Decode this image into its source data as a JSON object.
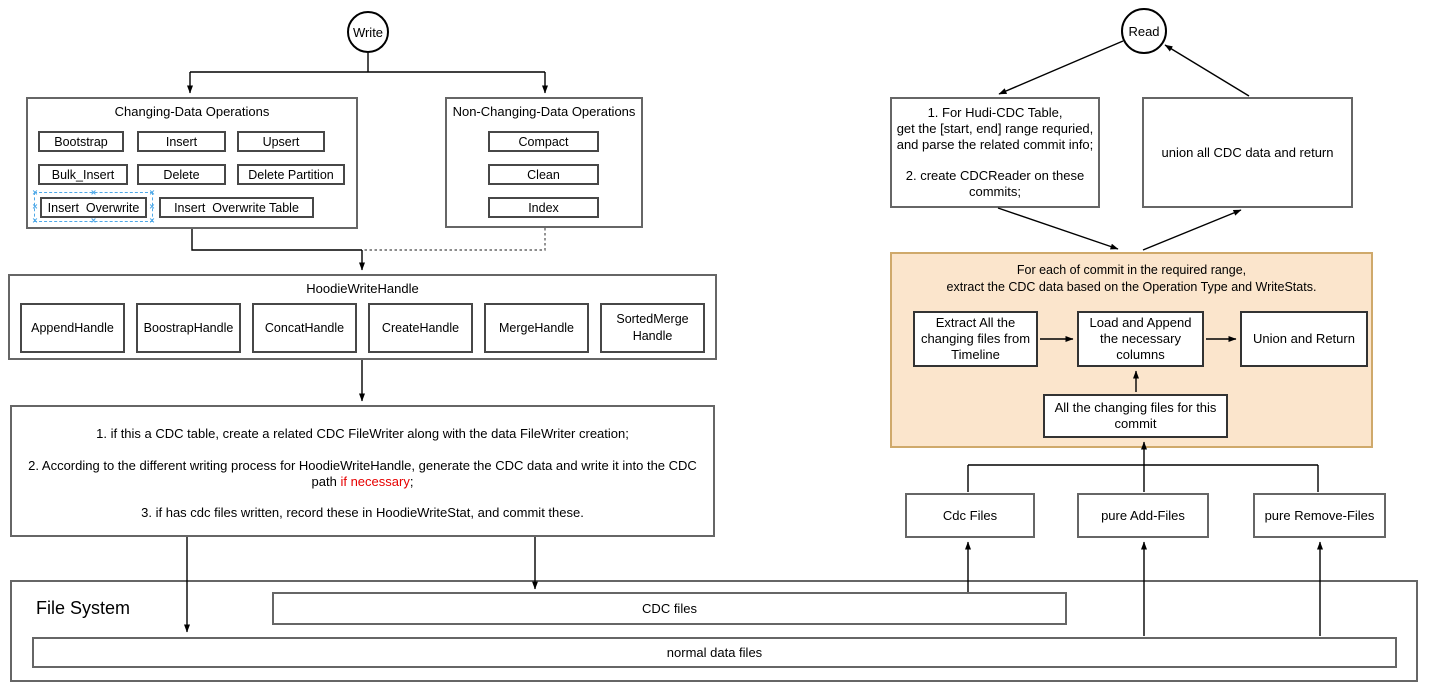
{
  "write_section": {
    "entry_label": "Write",
    "changing_ops": {
      "title": "Changing-Data Operations",
      "row1": [
        "Bootstrap",
        "Insert",
        "Upsert"
      ],
      "row2": [
        "Bulk_Insert",
        "Delete",
        "Delete Partition"
      ],
      "row3": [
        "Insert  Overwrite",
        "Insert  Overwrite Table"
      ]
    },
    "non_changing_ops": {
      "title": "Non-Changing-Data Operations",
      "ops": [
        "Compact",
        "Clean",
        "Index"
      ]
    },
    "write_handle": {
      "title": "HoodieWriteHandle",
      "handles": [
        "AppendHandle",
        "BoostrapHandle",
        "ConcatHandle",
        "CreateHandle",
        "MergeHandle",
        "SortedMerge Handle"
      ]
    },
    "cdc_write_steps": {
      "step1": "1. if this a CDC table, create a related CDC FileWriter along with the data FileWriter creation;",
      "step2_prefix": "2. According to the different writing process for HoodieWriteHandle, generate the CDC data and write it into the CDC path ",
      "step2_highlight": "if necessary",
      "step2_suffix": ";",
      "step3": "3. if has cdc files written, record these in HoodieWriteStat, and commit these."
    }
  },
  "read_section": {
    "entry_label": "Read",
    "prepare_box": {
      "line1": "1. For Hudi-CDC Table,",
      "line2": "get the [start, end] range requried,",
      "line3": "and parse the related commit info;",
      "line4": "2. create CDCReader on these",
      "line5": "commits;"
    },
    "union_box_label": "union all CDC data and return",
    "per_commit": {
      "title_line1": "For each of commit in the required range,",
      "title_line2": "extract the CDC data based on the Operation Type and WriteStats.",
      "extract_label": "Extract All the changing files from Timeline",
      "load_label": "Load and Append the necessary columns",
      "union_return_label": "Union and Return",
      "changing_files_label": "All the changing files for this commit"
    },
    "file_groups": [
      "Cdc Files",
      "pure Add-Files",
      "pure Remove-Files"
    ]
  },
  "file_system": {
    "title": "File System",
    "cdc_files_label": "CDC files",
    "normal_files_label": "normal data files"
  },
  "colors": {
    "highlight_red": "#E60000",
    "orange_fill": "#FBE5CC",
    "orange_border": "#CFA96B",
    "selection_blue": "#4FA9E8"
  }
}
